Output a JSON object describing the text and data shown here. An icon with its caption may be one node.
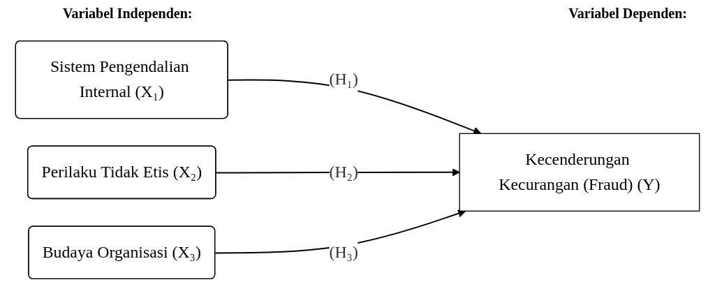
{
  "diagram": {
    "nodes": [
      {
        "text": [
          "Sistem Pengendalian Internal (X₁)"
        ]
      },
      {
        "text": [
          "Perilaku Tidak Etis (X₂)"
        ]
      },
      {
        "text": [
          "Budaya Organisasi (X₃)"
        ]
      },
      {
        "text": [
          "Kecenderungan Kecurangan (Fraud) (Y)"
        ]
      }
    ],
    "edges": [
      {
        "from": 0,
        "to": 3,
        "arrow": "to",
        "label": "(H₁)"
      },
      {
        "from": 1,
        "to": 3,
        "arrow": "to",
        "label": "(H₂)"
      },
      {
        "from": 2,
        "to": 3,
        "arrow": "to",
        "label": "(H₃)"
      }
    ],
    "labels": [
      "Variabel Independen:",
      "Variabel Dependen:"
    ]
  }
}
